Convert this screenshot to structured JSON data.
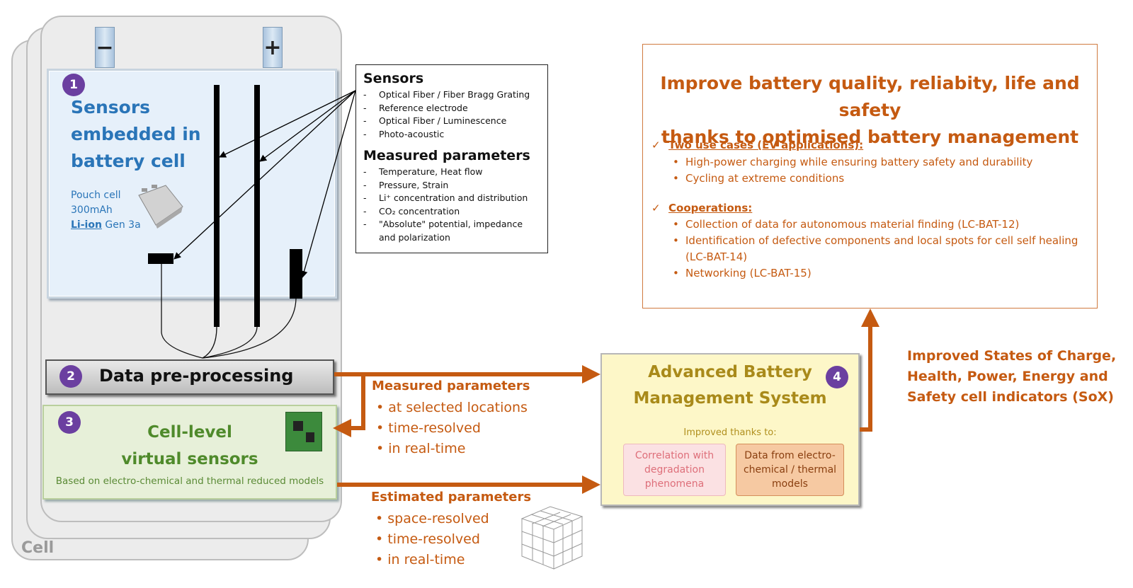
{
  "cell": {
    "label": "Cell",
    "terminal_minus": "−",
    "terminal_plus": "+"
  },
  "badges": [
    "1",
    "2",
    "3",
    "4"
  ],
  "sensors_panel": {
    "title_lines": [
      "Sensors",
      "embedded in",
      "battery cell"
    ],
    "pouch_lines": [
      "Pouch cell",
      "300mAh"
    ],
    "liion": "Li-ion",
    "gen": "Gen 3a"
  },
  "sensors_box": {
    "heading": "Sensors",
    "items": [
      "Optical Fiber / Fiber Bragg Grating",
      "Reference electrode",
      "Optical Fiber / Luminescence",
      "Photo-acoustic"
    ],
    "measured_heading": "Measured parameters",
    "measured_items": [
      "Temperature, Heat flow",
      "Pressure, Strain",
      "Li⁺ concentration and distribution",
      "CO₂ concentration",
      "\"Absolute\" potential, impedance and polarization"
    ]
  },
  "preprocessing": {
    "label": "Data pre-processing"
  },
  "virtual": {
    "title_lines": [
      "Cell-level",
      "virtual sensors"
    ],
    "subtitle": "Based on electro-chemical and thermal reduced models"
  },
  "measured": {
    "heading": "Measured parameters",
    "items": [
      "at selected locations",
      "time-resolved",
      "in real-time"
    ]
  },
  "estimated": {
    "heading": "Estimated parameters",
    "items": [
      "space-resolved",
      "time-resolved",
      "in real-time"
    ]
  },
  "bms": {
    "title_lines": [
      "Advanced Battery",
      "Management System"
    ],
    "improved": "Improved thanks to:",
    "left_box": "Correlation with degradation phenomena",
    "right_box": "Data from electro-chemical / thermal models"
  },
  "sox": {
    "lines": [
      "Improved States of Charge,",
      "Health, Power, Energy and",
      "Safety cell indicators (SoX)"
    ]
  },
  "improve": {
    "title_lines": [
      "Improve battery quality, reliabity, life and safety",
      "thanks to optimised battery management"
    ],
    "tick": "✓",
    "use_cases_heading": "Two use cases (EV applications):",
    "use_cases": [
      "High-power charging while ensuring battery safety and durability",
      "Cycling at extreme conditions"
    ],
    "coop_heading": "Cooperations:",
    "coop": [
      "Collection of data for autonomous material finding (LC-BAT-12)",
      "Identification of defective components and local spots for cell self healing (LC-BAT-14)",
      "Networking (LC-BAT-15)"
    ]
  },
  "colors": {
    "orange": "#c55a11",
    "blue": "#2a75b8",
    "green": "#4f8a2b",
    "purple": "#6b3fa0",
    "bms_gold": "#a98a1a"
  }
}
